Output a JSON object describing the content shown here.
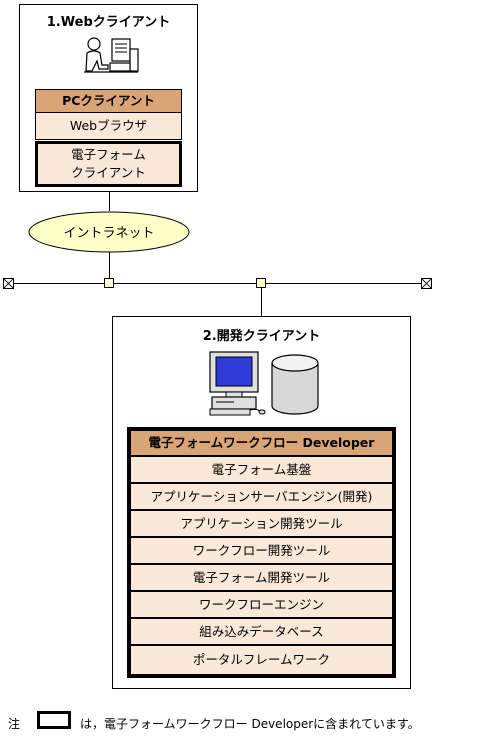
{
  "web_client": {
    "title": "1.Webクライアント",
    "header": "PCクライアント",
    "browser": "Webブラウザ",
    "eform_line1": "電子フォーム",
    "eform_line2": "クライアント"
  },
  "network": {
    "label": "イントラネット"
  },
  "dev_client": {
    "title": "2.開発クライアント",
    "header": "電子フォームワークフロー Developer",
    "items": [
      "電子フォーム基盤",
      "アプリケーションサーバエンジン(開発)",
      "アプリケーション開発ツール",
      "ワークフロー開発ツール",
      "電子フォーム開発ツール",
      "ワークフローエンジン",
      "組み込みデータベース",
      "ポータルフレームワーク"
    ]
  },
  "note": {
    "prefix": "注",
    "text": "は，電子フォームワークフロー Developerに含まれています。"
  },
  "colors": {
    "header_fill": "#d9a577",
    "row_fill": "#fae9d9",
    "cloud_fill": "#ffffc8",
    "monitor_screen": "#2f3bd6"
  },
  "icons": [
    "user-pc-icon",
    "desktop-computer-icon",
    "database-cylinder-icon",
    "terminator-icon"
  ]
}
